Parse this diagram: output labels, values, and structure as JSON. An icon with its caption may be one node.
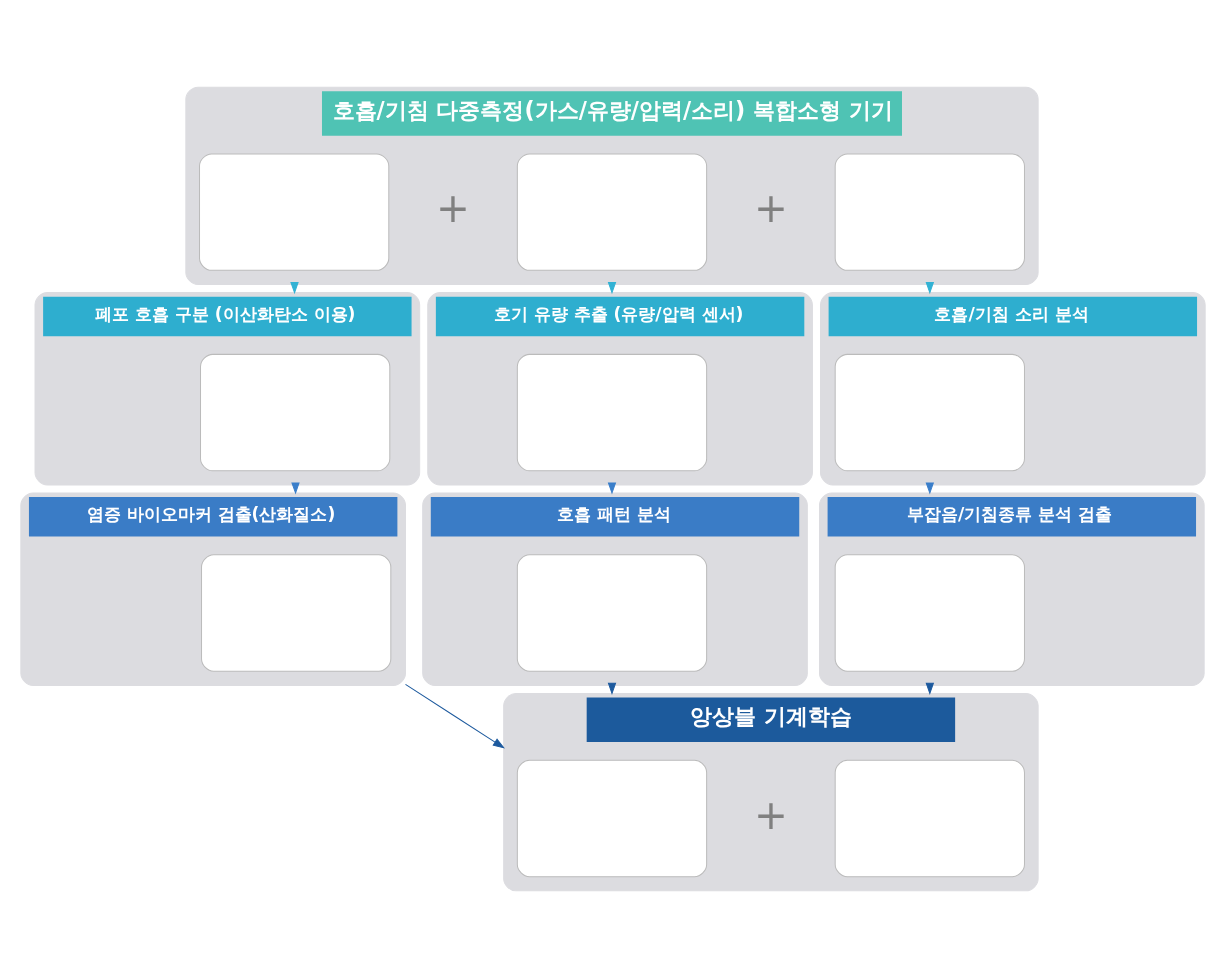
{
  "diagram": {
    "nodes": [
      {
        "text": [
          "호흡/기침 다중측정(가스/유량/압력/소리) 복합소형 기기"
        ]
      },
      {
        "text": [],
        "shape": "box",
        "in": 0
      },
      {
        "text": [],
        "shape": "box",
        "in": 0
      },
      {
        "text": [],
        "shape": "box",
        "in": 0
      },
      {
        "text": [
          "폐포 호흡 구분 (이산화탄소 이용)"
        ]
      },
      {
        "text": [],
        "shape": "box",
        "in": 4
      },
      {
        "text": [
          "호기 유량 추출 (유량/압력 센서)"
        ]
      },
      {
        "text": [],
        "shape": "box",
        "in": 6
      },
      {
        "text": [
          "호흡/기침 소리 분석"
        ]
      },
      {
        "text": [],
        "shape": "box",
        "in": 8
      },
      {
        "text": [
          "염증 바이오마커 검출(산화질소)"
        ]
      },
      {
        "text": [],
        "shape": "box",
        "in": 10
      },
      {
        "text": [
          "호흡 패턴 분석"
        ]
      },
      {
        "text": [],
        "shape": "box",
        "in": 12
      },
      {
        "text": [
          "부잡음/기침종류 분석 검출"
        ]
      },
      {
        "text": [],
        "shape": "box",
        "in": 14
      },
      {
        "text": [
          "앙상블 기계학습"
        ]
      },
      {
        "text": [],
        "shape": "box",
        "in": 16
      },
      {
        "text": [],
        "shape": "box",
        "in": 16
      }
    ],
    "edges": [
      {
        "from": 0,
        "to": 4,
        "arrow": "to",
        "color": "#33b2d4"
      },
      {
        "from": 0,
        "to": 6,
        "arrow": "to",
        "color": "#33b2d4"
      },
      {
        "from": 0,
        "to": 8,
        "arrow": "to",
        "color": "#33b2d4"
      },
      {
        "from": 4,
        "to": 10,
        "arrow": "to",
        "color": "#3b7fca"
      },
      {
        "from": 6,
        "to": 12,
        "arrow": "to",
        "color": "#3b7fca"
      },
      {
        "from": 8,
        "to": 14,
        "arrow": "to",
        "color": "#3b7fca"
      },
      {
        "from": 10,
        "to": 16,
        "arrow": "to",
        "color": "#1d5a9e"
      },
      {
        "from": 12,
        "to": 16,
        "arrow": "to",
        "color": "#1d5a9e"
      },
      {
        "from": 14,
        "to": 16,
        "arrow": "to",
        "color": "#1d5a9e"
      }
    ],
    "labels": [
      "+",
      "+",
      "+"
    ]
  }
}
